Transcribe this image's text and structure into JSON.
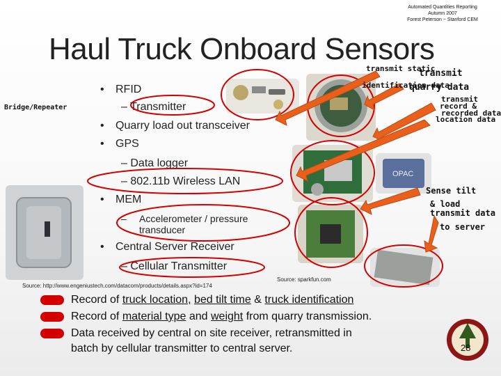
{
  "header": {
    "line1": "Automated Quantities Reporting",
    "line2": "Autumn 2007",
    "line3": "Forest Peterson ~ Stanford CEM"
  },
  "title": "Haul Truck Onboard Sensors",
  "side_label": "Bridge/Repeater",
  "bullets": {
    "rfid": "RFID",
    "transmitter": "Transmitter",
    "quarry": "Quarry load out transceiver",
    "gps": "GPS",
    "logger": "Data logger",
    "wlan": "802.11b Wireless LAN",
    "mem": "MEM",
    "accel": "Accelerometer / pressure transducer",
    "central": "Central Server Receiver",
    "cellular": "Cellular Transmitter",
    "bullet_char": "•",
    "dash_char": "–"
  },
  "sources": {
    "left": "Source: http://www.engeniustech.com/datacom/products/details.aspx?id=174",
    "right": "Source: sparkfun.com"
  },
  "annotations": {
    "a1": "transmit static",
    "a2": "identification data",
    "a3": "transmit",
    "a4": "quarry data",
    "a5": "transmit",
    "a6": "record &",
    "a7": "recorded data",
    "a8": "location data",
    "a9": "Sense tilt",
    "a10": "& load",
    "a11": "transmit data",
    "a12": "to server"
  },
  "legend": {
    "l1_pre": "Record of ",
    "l1_u1": "truck location",
    "l1_mid1": ", ",
    "l1_u2": "bed tilt time",
    "l1_mid2": " & ",
    "l1_u3": "truck identification",
    "l2_pre": "Record of ",
    "l2_u1": "material type",
    "l2_mid": " and ",
    "l2_u2": "weight",
    "l2_post": " from quarry transmission.",
    "l3": "Data received by central on site receiver, retransmitted in",
    "l4": "batch by cellular transmitter to central server."
  },
  "page_number": "28",
  "colors": {
    "highlight": "#d40000",
    "arrow": "#e8601c",
    "circle": "#d40000"
  }
}
